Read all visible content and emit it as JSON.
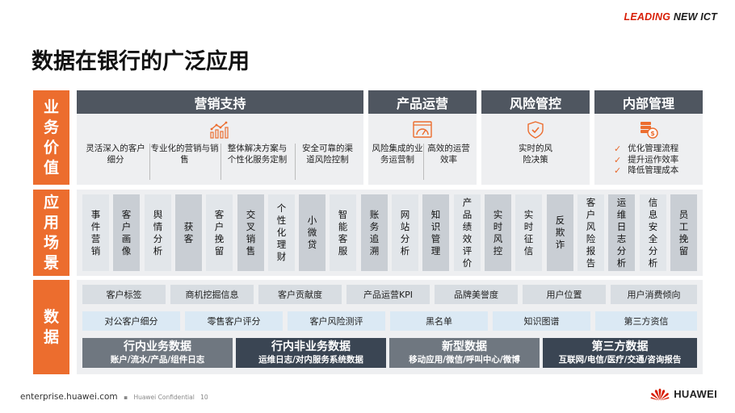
{
  "brand": {
    "leading": "LEADING",
    "rest": "NEW ICT"
  },
  "title": "数据在银行的广泛应用",
  "side": {
    "value": "业务价值",
    "scenarios": "应用场景",
    "data": "数据"
  },
  "headers": {
    "marketing": "营销支持",
    "product": "产品运营",
    "risk": "风险管控",
    "internal": "内部管理"
  },
  "icons": {
    "marketing": "bar-chart-icon",
    "product": "gauge-icon",
    "risk": "shield-check-icon",
    "internal": "coin-stack-icon"
  },
  "marketing_items": [
    "灵活深入的客户细分",
    "专业化的营销与销售",
    "整体解决方案与个性化服务定制",
    "安全可靠的渠道风险控制"
  ],
  "product_items": [
    "风险集成的业务运营制",
    "高效的运营效率"
  ],
  "risk_item": "实时的风险决策",
  "internal_items": [
    "优化管理流程",
    "提升运作效率",
    "降低管理成本"
  ],
  "scenarios": [
    "事件营销",
    "客户画像",
    "舆情分析",
    "获客",
    "客户挽留",
    "交叉销售",
    "个性化理财",
    "小微贷",
    "智能客服",
    "账务追溯",
    "网站分析",
    "知识管理",
    "产品绩效评价",
    "实时风控",
    "实时征信",
    "反欺诈",
    "客户风险报告",
    "运维日志分析",
    "信息安全分析",
    "员工挽留"
  ],
  "data_row1": [
    "客户标签",
    "商机挖掘信息",
    "客户贡献度",
    "产品运营KPI",
    "品牌美誉度",
    "用户位置",
    "用户消费倾向"
  ],
  "data_row2": [
    "对公客户细分",
    "零售客户评分",
    "客户风险测评",
    "黑名单",
    "知识图谱",
    "第三方资信"
  ],
  "data_sources": [
    {
      "title": "行内业务数据",
      "sub": "账户/流水/产品/组件日志"
    },
    {
      "title": "行内非业务数据",
      "sub": "运维日志/对内服务系统数据"
    },
    {
      "title": "新型数据",
      "sub": "移动应用/微信/呼叫中心/微博"
    },
    {
      "title": "第三方数据",
      "sub": "互联网/电信/医疗/交通/咨询报告"
    }
  ],
  "footer": {
    "site": "enterprise.huawei.com",
    "sep": "▪",
    "confidential": "Huawei Confidential",
    "page": "10"
  },
  "logo": {
    "word": "HUAWEI"
  },
  "colors": {
    "accent": "#ec6d2e",
    "header": "#4f5660",
    "navy": "#3a4553",
    "gray": "#6f7780",
    "red": "#d81e06"
  }
}
